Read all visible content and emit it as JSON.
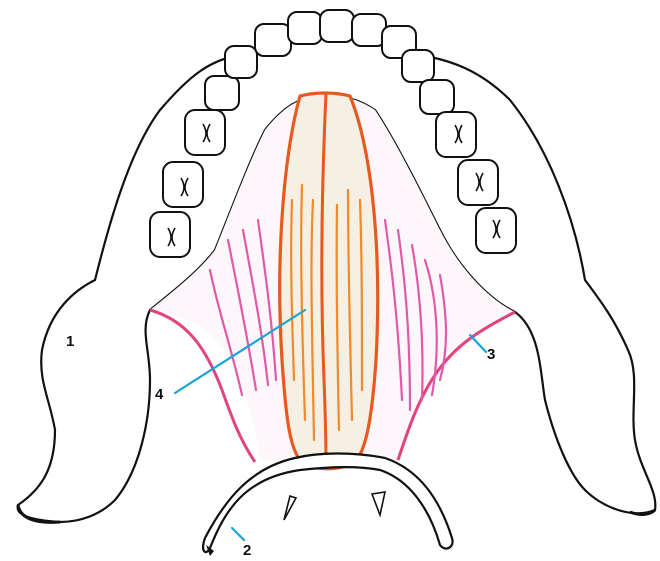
{
  "labels": {
    "l1": "1",
    "l2": "2",
    "l3": "3",
    "l4": "4"
  },
  "colors": {
    "outline": "#111111",
    "geniohyoid": "#e8591e",
    "mylohyoid": "#e05aa8",
    "mylohyoid_border": "#e0457f",
    "pointer": "#1aa3d9",
    "muscle_fill": "#f5efe4"
  }
}
